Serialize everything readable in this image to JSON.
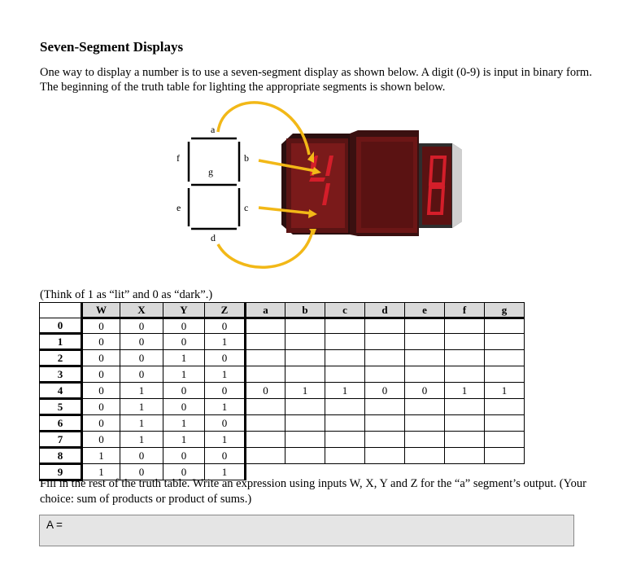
{
  "title": "Seven-Segment Displays",
  "intro": "One way to display a number is to use a seven-segment display as shown below.  A digit (0-9) is input in binary form.  The beginning of the truth table for lighting the appropriate segments is shown below.",
  "diagram": {
    "segment_labels": {
      "a": "a",
      "b": "b",
      "c": "c",
      "d": "d",
      "e": "e",
      "f": "f",
      "g": "g"
    },
    "arrow_color": "#f2b817",
    "display_color": "#d41e2a"
  },
  "hint": "(Think of 1 as “lit” and 0 as “dark”.)",
  "table": {
    "input_headers": [
      "W",
      "X",
      "Y",
      "Z"
    ],
    "output_headers": [
      "a",
      "b",
      "c",
      "d",
      "e",
      "f",
      "g"
    ],
    "rows": [
      {
        "label": "0",
        "inputs": [
          "0",
          "0",
          "0",
          "0"
        ],
        "outputs": [
          "",
          "",
          "",
          "",
          "",
          "",
          ""
        ]
      },
      {
        "label": "1",
        "inputs": [
          "0",
          "0",
          "0",
          "1"
        ],
        "outputs": [
          "",
          "",
          "",
          "",
          "",
          "",
          ""
        ]
      },
      {
        "label": "2",
        "inputs": [
          "0",
          "0",
          "1",
          "0"
        ],
        "outputs": [
          "",
          "",
          "",
          "",
          "",
          "",
          ""
        ]
      },
      {
        "label": "3",
        "inputs": [
          "0",
          "0",
          "1",
          "1"
        ],
        "outputs": [
          "",
          "",
          "",
          "",
          "",
          "",
          ""
        ]
      },
      {
        "label": "4",
        "inputs": [
          "0",
          "1",
          "0",
          "0"
        ],
        "outputs": [
          "0",
          "1",
          "1",
          "0",
          "0",
          "1",
          "1"
        ]
      },
      {
        "label": "5",
        "inputs": [
          "0",
          "1",
          "0",
          "1"
        ],
        "outputs": [
          "",
          "",
          "",
          "",
          "",
          "",
          ""
        ]
      },
      {
        "label": "6",
        "inputs": [
          "0",
          "1",
          "1",
          "0"
        ],
        "outputs": [
          "",
          "",
          "",
          "",
          "",
          "",
          ""
        ]
      },
      {
        "label": "7",
        "inputs": [
          "0",
          "1",
          "1",
          "1"
        ],
        "outputs": [
          "",
          "",
          "",
          "",
          "",
          "",
          ""
        ]
      },
      {
        "label": "8",
        "inputs": [
          "1",
          "0",
          "0",
          "0"
        ],
        "outputs": [
          "",
          "",
          "",
          "",
          "",
          "",
          ""
        ]
      },
      {
        "label": "9",
        "inputs": [
          "1",
          "0",
          "0",
          "1"
        ],
        "outputs": [
          "",
          "",
          "",
          "",
          "",
          "",
          ""
        ]
      }
    ]
  },
  "instruction": "Fill in the rest of the truth table. Write an expression using inputs W, X, Y and Z for the “a” segment’s output.  (Your choice: sum of products or product of sums.)",
  "answer": {
    "label": "A =",
    "value": ""
  }
}
